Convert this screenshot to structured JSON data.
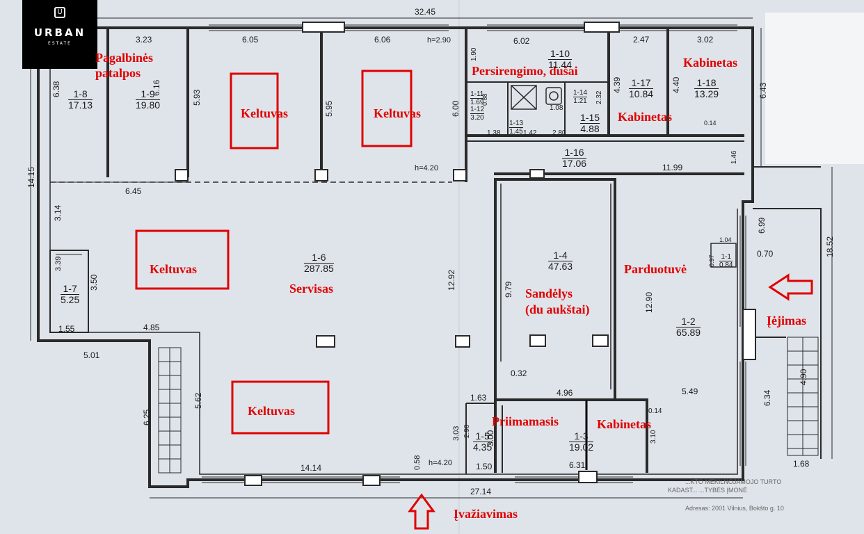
{
  "brand": {
    "name": "URBAN",
    "sub": "ESTATE"
  },
  "labels": {
    "pagalbines": [
      "Pagalbinės",
      "patalpos"
    ],
    "keltuvas": "Keltuvas",
    "persirengimo": "Persirengimo, dušai",
    "kabinetas": "Kabinetas",
    "parduotuve": "Parduotuvė",
    "servisas": "Servisas",
    "sandelys": [
      "Sandėlys",
      "(du aukštai)"
    ],
    "ijejimas": "Įėjimas",
    "priimamasis": "Priimamasis",
    "ivaziavimas": "Įvažiavimas"
  },
  "rooms": {
    "r18": [
      "1-8",
      "17.13"
    ],
    "r19": [
      "1-9",
      "19.80"
    ],
    "r110": [
      "1-10",
      "11.44"
    ],
    "r117": [
      "1-17",
      "10.84"
    ],
    "r118": [
      "1-18",
      "13.29"
    ],
    "r111": [
      "1-11",
      "1.69"
    ],
    "r112": [
      "1-12",
      "3.20"
    ],
    "r113": [
      "1-13",
      "1.45"
    ],
    "r114": [
      "1-14",
      "1.21"
    ],
    "r115": [
      "1-15",
      "4.88"
    ],
    "r116": [
      "1-16",
      "17.06"
    ],
    "r16": [
      "1-6",
      "287.85"
    ],
    "r14": [
      "1-4",
      "47.63"
    ],
    "r11": [
      "1-1",
      "0.84"
    ],
    "r17": [
      "1-7",
      "5.25"
    ],
    "r12": [
      "1-2",
      "65.89"
    ],
    "r15": [
      "1-5",
      "4.35"
    ],
    "r13": [
      "1-3",
      "19.02"
    ]
  },
  "dims": {
    "d3245": "32.45",
    "d323": "3.23",
    "d605": "6.05",
    "d606": "6.06",
    "h290": "h=2.90",
    "d602": "6.02",
    "d247": "2.47",
    "d302": "3.02",
    "d190": "1.90",
    "d439": "4.39",
    "d440": "4.40",
    "d643": "6.43",
    "d638": "6.38",
    "d616": "6.16",
    "d593": "5.93",
    "d595": "5.95",
    "d600": "6.00",
    "d232": "2.32",
    "d108": "1.08",
    "d088": "0.88",
    "d138": "1.38",
    "d142": "1.42",
    "d280": "2.80",
    "d014a": "0.14",
    "d146": "1.46",
    "d1415": "14.15",
    "h420a": "h=4.20",
    "d1199": "11.99",
    "d645": "6.45",
    "d314": "3.14",
    "d699": "6.99",
    "d1852": "18.52",
    "d104": "1.04",
    "d097": "0.97",
    "d070": "0.70",
    "d339": "3.39",
    "d350": "3.50",
    "d1292": "12.92",
    "d979": "9.79",
    "d1290": "12.90",
    "d155": "1.55",
    "d485": "4.85",
    "d501": "5.01",
    "d032": "0.32",
    "d496": "4.96",
    "d549": "5.49",
    "d634": "6.34",
    "d490": "4.90",
    "d562": "5.62",
    "d625": "6.25",
    "d163": "1.63",
    "d303": "3.03",
    "d290": "2.90",
    "d300": "3.00",
    "d014b": "0.14",
    "d310": "3.10",
    "d1414": "14.14",
    "d058": "0.58",
    "h420b": "h=4.20",
    "d150": "1.50",
    "d631": "6.31",
    "d168": "1.68",
    "d2714": "27.14"
  },
  "stamp": {
    "l1": "...KTO MEKILNOJAMOJO TURTO",
    "l2": "KADAST...          ...TYBĖS ĮMONĖ",
    "l3": "Adresas: 2001 Vilnius, Bokšto g. 10"
  },
  "colors": {
    "label": "#e00000",
    "wall": "#2a2a2a",
    "paper": "#dfe4ea"
  }
}
